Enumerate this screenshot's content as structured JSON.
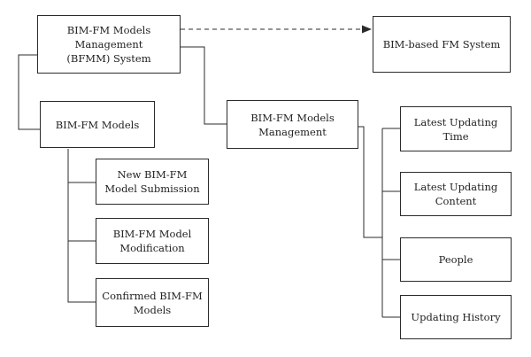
{
  "colors": {
    "line": "#2b2b2b",
    "text": "#222222",
    "background": "#ffffff"
  },
  "nodes": {
    "root": "BIM-FM Models\nManagement\n(BFMM) System",
    "fm_system": "BIM-based FM System",
    "models": "BIM-FM Models",
    "management": "BIM-FM Models\nManagement",
    "new_submission": "New BIM-FM\nModel Submission",
    "modification": "BIM-FM Model\nModification",
    "confirmed": "Confirmed BIM-FM\nModels",
    "latest_time": "Latest Updating\nTime",
    "latest_content": "Latest Updating\nContent",
    "people": "People",
    "history": "Updating History"
  }
}
